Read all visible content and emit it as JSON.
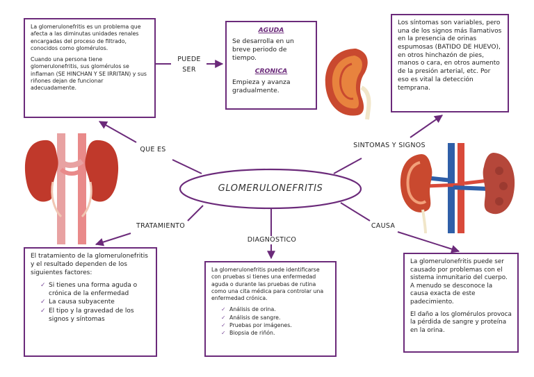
{
  "center": {
    "title": "GLOMERULONEFRITIS"
  },
  "labels": {
    "puede_ser": [
      "PUEDE",
      "SER"
    ],
    "que_es": "QUE ES",
    "sintomas": "SINTOMAS Y SIGNOS",
    "tratamiento": "TRATAMIENTO",
    "diagnostico": "DIAGNOSTICO",
    "causa": "CAUSA"
  },
  "que_es_box": {
    "p1": "La glomerulonefritis es un problema que afecta a las diminutas unidades renales encargadas del proceso de filtrado, conocidos como glomérulos.",
    "p2": "Cuando una persona tiene glomerulonefritis, sus glomérulos se inflaman (SE HINCHAN Y SE IRRITAN) y sus riñones dejan de funcionar adecuadamente."
  },
  "tipos_box": {
    "aguda_title": "AGUDA",
    "aguda_text": "Se desarrolla en un breve periodo de tiempo.",
    "cronica_title": "CRONICA",
    "cronica_text": "Empieza y avanza gradualmente."
  },
  "sintomas_box": {
    "text": "Los síntomas son variables, pero una de los signos más llamativos en la presencia de orinas espumosas (BATIDO DE HUEVO), en otros hinchazón de pies, manos o cara, en otros aumento de la presión arterial, etc. Por eso es vital la detección temprana."
  },
  "tratamiento_box": {
    "intro": "El tratamiento de la glomerulonefritis y el resultado dependen de los siguientes factores:",
    "items": [
      "Si tienes una forma aguda o crónica de la enfermedad",
      "La causa subyacente",
      "El tipo y la gravedad de los signos y síntomas"
    ]
  },
  "diagnostico_box": {
    "intro": "La glomerulonefritis puede identificarse con pruebas si tienes una enfermedad aguda o durante las pruebas de rutina como una cita médica para controlar una enfermedad crónica.",
    "items": [
      "Análisis de orina.",
      "Análisis de sangre.",
      "Pruebas por imágenes.",
      "Biopsia de riñón."
    ]
  },
  "causa_box": {
    "p1": "La glomerulonefritis puede ser causado por problemas con el sistema inmunitario del cuerpo. A menudo se desconoce la causa exacta de este padecimiento.",
    "p2": "El daño a los glomérulos provoca la pérdida de sangre y proteína en la orina."
  },
  "colors": {
    "accent": "#6b2a7a",
    "kidney": "#c0392b",
    "artery": "#d94a3a",
    "vein": "#2f5fa8"
  },
  "icons": {
    "check": "check-icon",
    "kidney_left": "kidney-pair-icon",
    "kidney_cross": "kidney-cross-section-icon",
    "kidney_anatomy": "kidney-anatomy-icon"
  }
}
